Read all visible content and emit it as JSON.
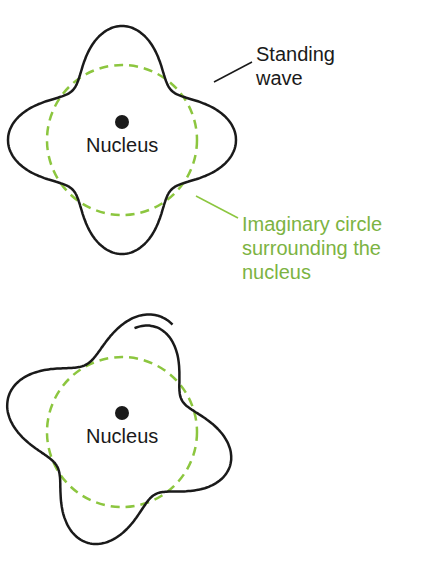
{
  "diagram": {
    "labels": [
      "Standing wave",
      "Imaginary circle surrounding the nucleus",
      "Nucleus",
      "Nucleus"
    ]
  }
}
